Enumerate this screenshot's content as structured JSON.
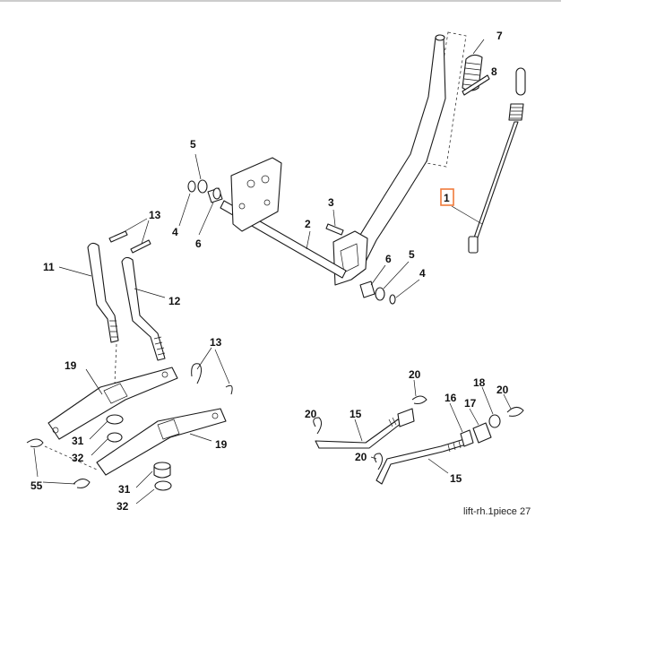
{
  "diagram": {
    "caption": "lift-rh.1piece  27",
    "highlight_color": "#f07b3b",
    "selected_callout": "1",
    "callouts": {
      "c1": "1",
      "c2": "2",
      "c3": "3",
      "c4a": "4",
      "c4b": "4",
      "c5a": "5",
      "c5b": "5",
      "c6a": "6",
      "c6b": "6",
      "c7": "7",
      "c8": "8",
      "c11": "11",
      "c12": "12",
      "c13a": "13",
      "c13b": "13",
      "c15a": "15",
      "c15b": "15",
      "c16": "16",
      "c17": "17",
      "c18": "18",
      "c19a": "19",
      "c19b": "19",
      "c20a": "20",
      "c20b": "20",
      "c20c": "20",
      "c20d": "20",
      "c31a": "31",
      "c31b": "31",
      "c32a": "32",
      "c32b": "32",
      "c55": "55"
    }
  }
}
